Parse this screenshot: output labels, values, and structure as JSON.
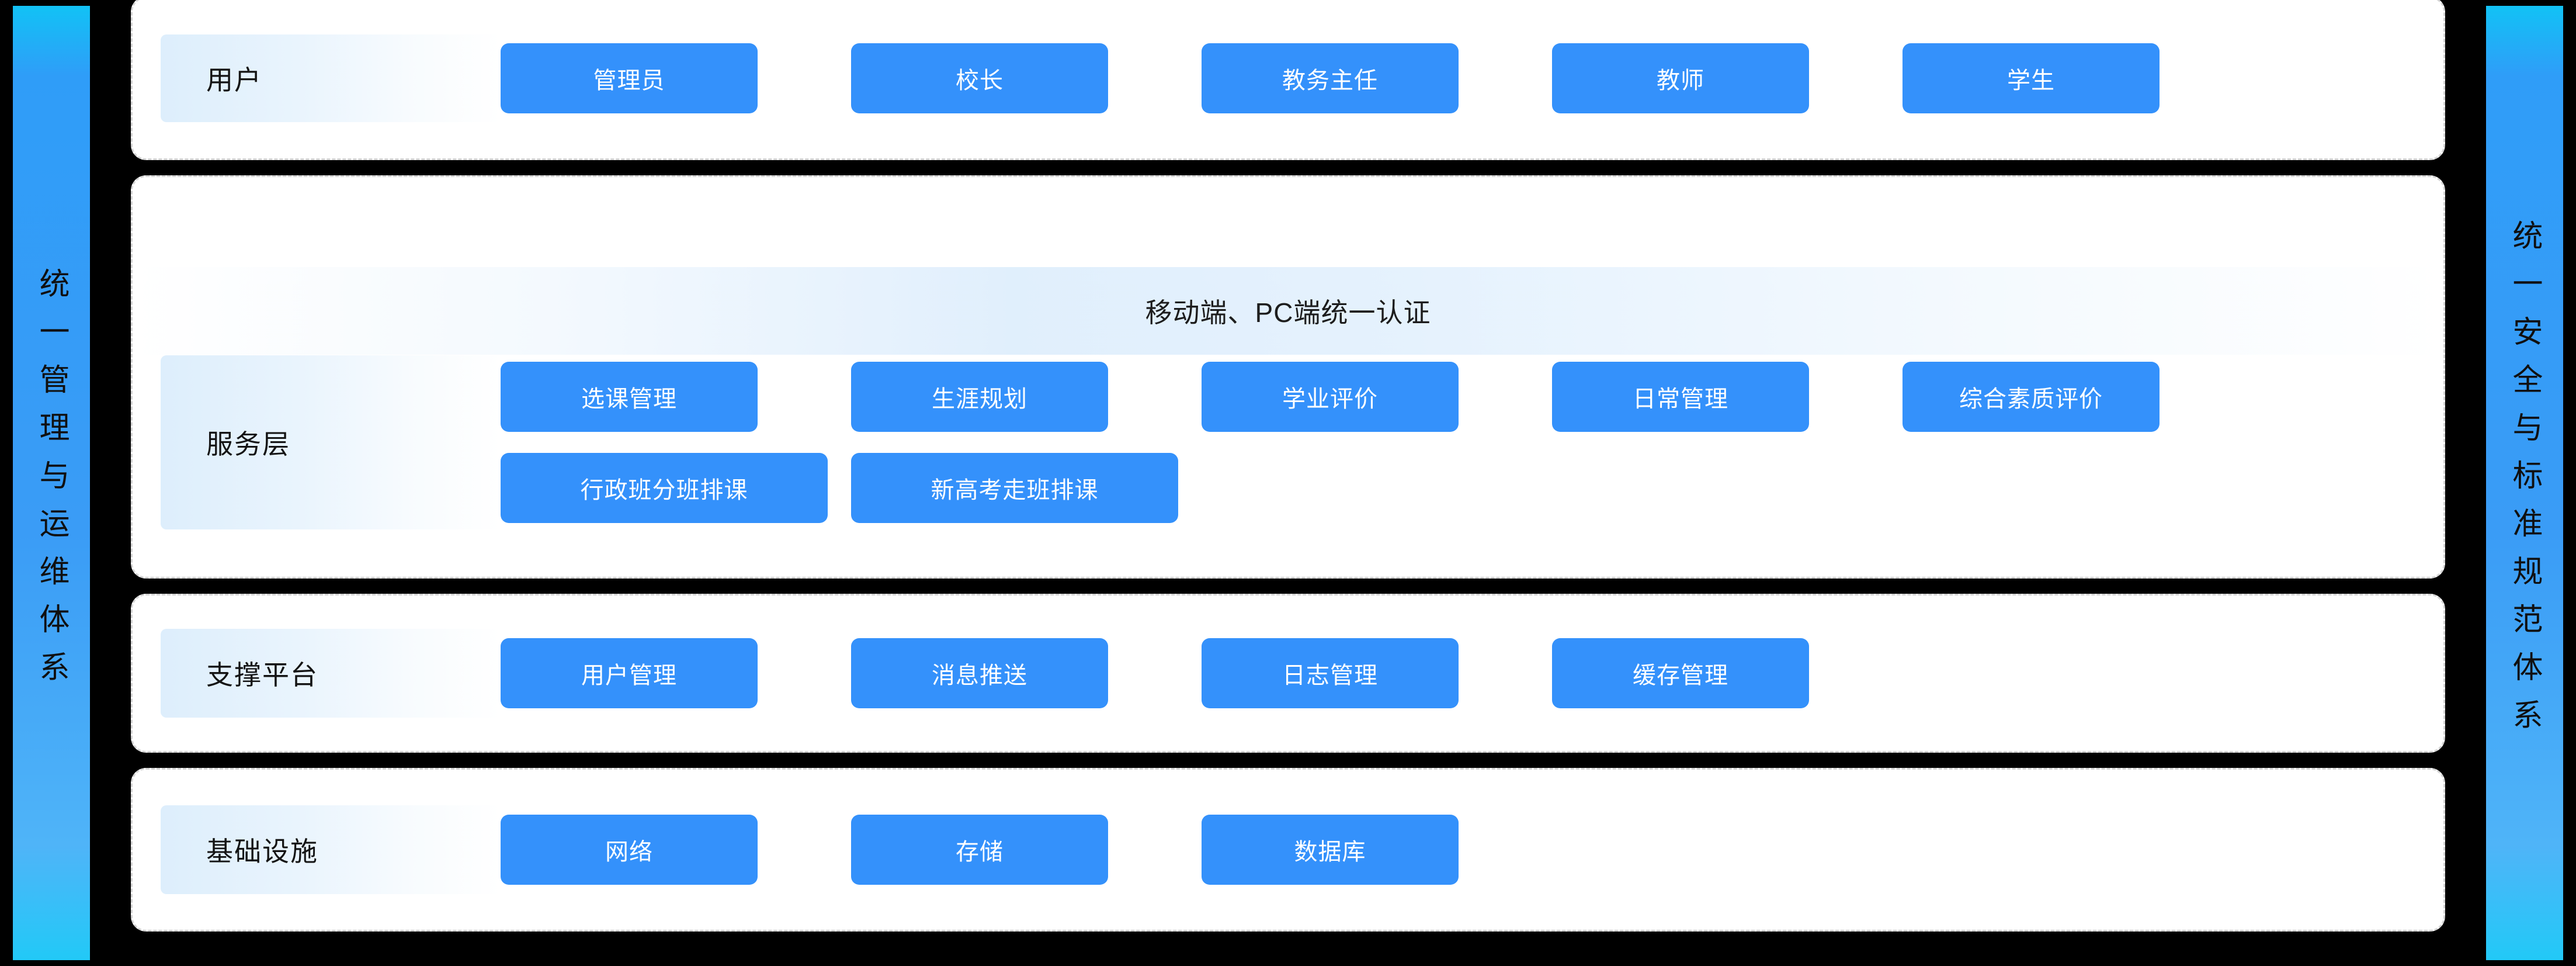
{
  "side_banners": {
    "left": {
      "text": "统一管理与运维体系"
    },
    "right": {
      "text": "统一安全与标准规范体系"
    }
  },
  "colors": {
    "node_blue": "#3491fb",
    "card_background": "#ffffff",
    "card_border": "#d4d4d4",
    "page_background": "#000000",
    "label_gradient_start": "#ddeefc",
    "label_gradient_end": "#ffffff",
    "banner_gradient_start": "#12c2f5",
    "banner_gradient_end": "#4fb4f8"
  },
  "layers": [
    {
      "id": "users",
      "label": "用户",
      "rows": [
        [
          "管理员",
          "校长",
          "教务主任",
          "教师",
          "学生"
        ]
      ]
    },
    {
      "id": "service",
      "label": "服务层",
      "auth_banner": "移动端、PC端统一认证",
      "rows": [
        [
          "选课管理",
          "生涯规划",
          "学业评价",
          "日常管理",
          "综合素质评价"
        ],
        [
          "行政班分班排课",
          "新高考走班排课"
        ]
      ]
    },
    {
      "id": "support",
      "label": "支撑平台",
      "rows": [
        [
          "用户管理",
          "消息推送",
          "日志管理",
          "缓存管理"
        ]
      ]
    },
    {
      "id": "infra",
      "label": "基础设施",
      "rows": [
        [
          "网络",
          "存储",
          "数据库"
        ]
      ]
    }
  ]
}
